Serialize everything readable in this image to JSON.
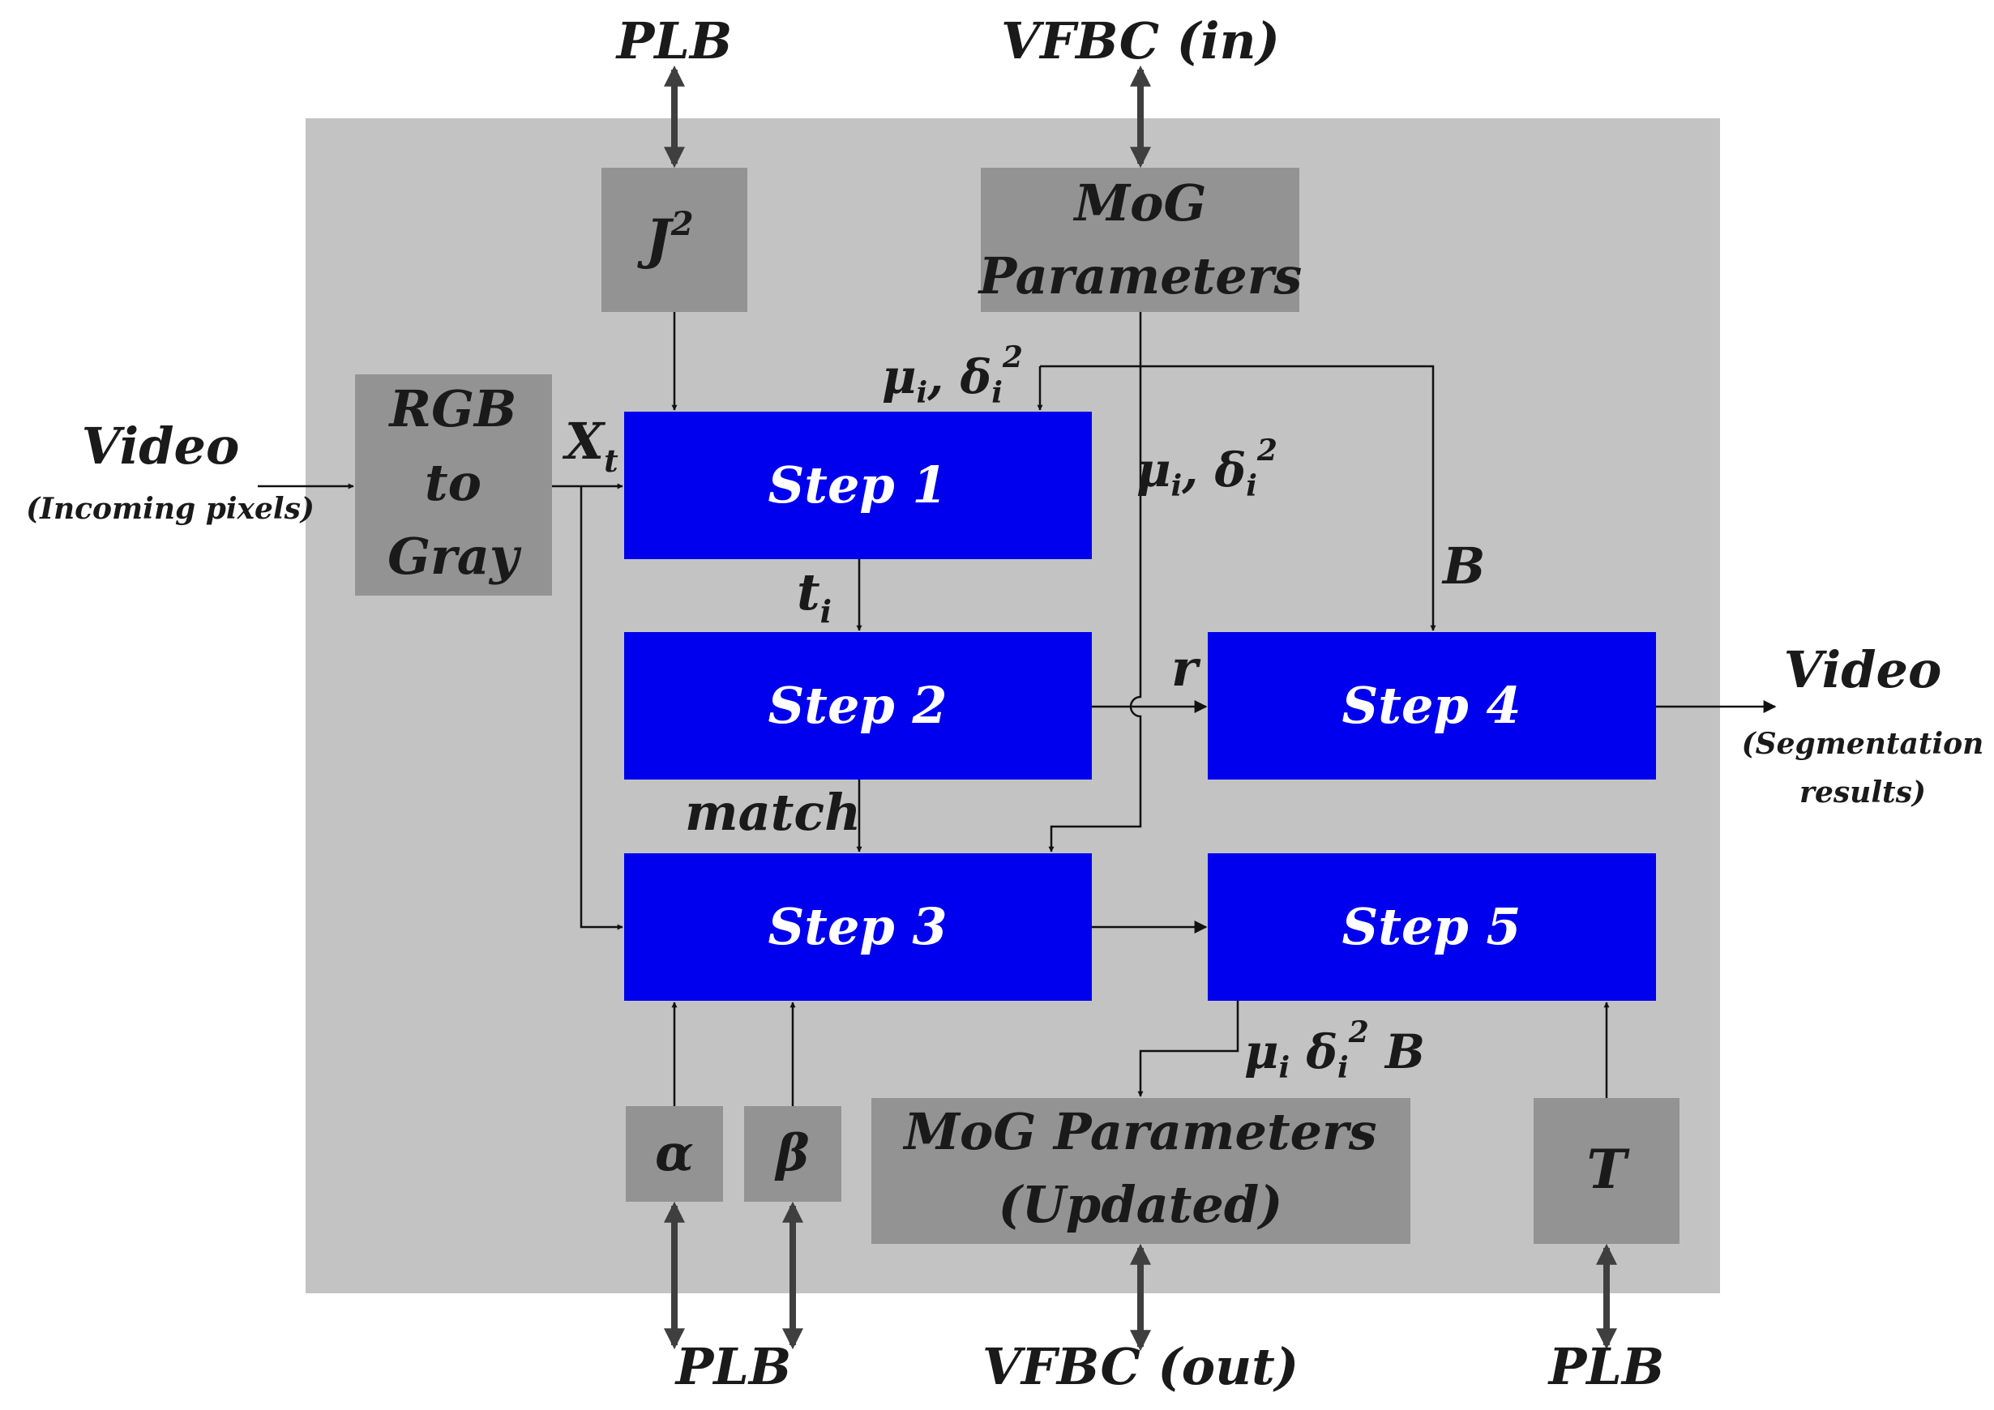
{
  "colors": {
    "page_bg": "#ffffff",
    "panel": "#c3c3c3",
    "param_block": "#939393",
    "step_block": "#0000ee",
    "step_text": "#ffffff",
    "text": "#1a1a1a",
    "bus": "#3f3f3f"
  },
  "external": {
    "plb_top": "PLB",
    "vfbc_in": "VFBC (in)",
    "video_in_title": "Video",
    "video_in_sub": "(Incoming pixels)",
    "video_out_title": "Video",
    "video_out_sub_1": "(Segmentation",
    "video_out_sub_2": "results)",
    "plb_alpha_beta": "PLB",
    "vfbc_out": "VFBC (out)",
    "plb_t": "PLB"
  },
  "blocks": {
    "j2": {
      "base": "J",
      "sup": "2"
    },
    "mog_in": {
      "line1": "MoG",
      "line2": "Parameters"
    },
    "rgb_to_gray": {
      "line1": "RGB",
      "line2": "to",
      "line3": "Gray"
    },
    "alpha": "α",
    "beta": "β",
    "mog_out": {
      "line1": "MoG Parameters",
      "line2": "(Updated)"
    },
    "t_param": "T"
  },
  "steps": {
    "step1": "Step 1",
    "step2": "Step 2",
    "step3": "Step 3",
    "step4": "Step 4",
    "step5": "Step 5"
  },
  "signals": {
    "xt": {
      "base": "X",
      "sub": "t"
    },
    "ti": {
      "base": "t",
      "sub": "i"
    },
    "match": "match",
    "r": "r",
    "b": "B",
    "mu_sigma_step1": {
      "mu": "μ",
      "mu_sub": "i",
      "sep": ", ",
      "delta": "δ",
      "delta_sub": "i",
      "delta_sup": "2"
    },
    "mu_sigma_step3": {
      "mu": "μ",
      "mu_sub": "i",
      "sep": ", ",
      "delta": "δ",
      "delta_sub": "i",
      "delta_sup": "2"
    },
    "mu_sigma_b_out": {
      "mu": "μ",
      "mu_sub": "i",
      "delta": "δ",
      "delta_sub": "i",
      "delta_sup": "2",
      "tail": "B"
    }
  }
}
